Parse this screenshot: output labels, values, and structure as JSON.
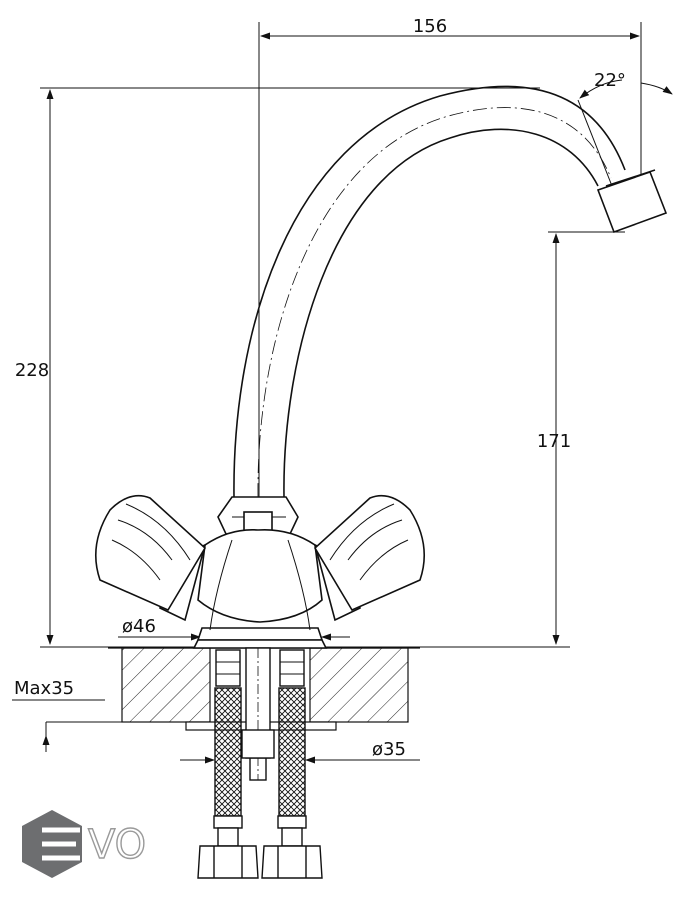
{
  "dimensions": {
    "width_top": "156",
    "spout_angle": "22°",
    "total_height": "228",
    "spout_height": "171",
    "base_diameter": "ø46",
    "max_mount_thickness": "Max35",
    "hole_diameter": "ø35"
  },
  "logo": {
    "text": "VO",
    "colors": {
      "hexagon": "#6d6e70",
      "text_outline": "#9a9a9a"
    }
  },
  "colors": {
    "line": "#111111",
    "hatch": "#222222"
  }
}
